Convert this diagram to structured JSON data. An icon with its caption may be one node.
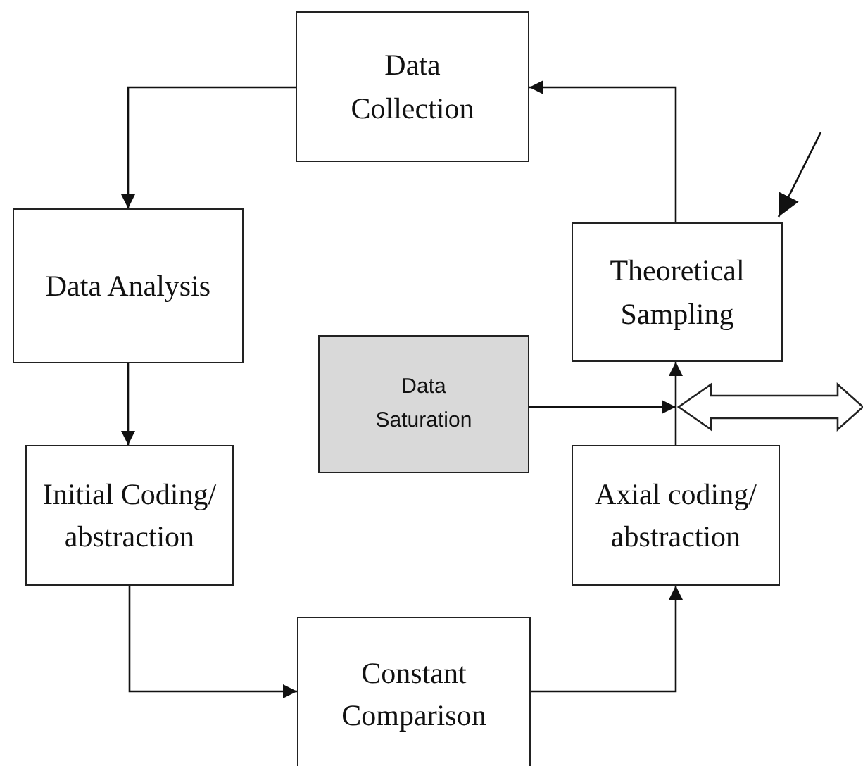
{
  "diagram": {
    "nodes": [
      {
        "text": [
          "Data Collection"
        ]
      },
      {
        "text": [
          "Data Analysis"
        ]
      },
      {
        "text": [
          "Initial Coding/ abstraction"
        ]
      },
      {
        "text": [
          "Constant Comparison"
        ]
      },
      {
        "text": [
          "Axial coding/ abstraction"
        ]
      },
      {
        "text": [
          "Theoretical Sampling"
        ]
      },
      {
        "text": [
          "Data Saturation"
        ]
      }
    ],
    "edges": [
      {
        "from": 0,
        "to": 1,
        "arrow": "to"
      },
      {
        "from": 1,
        "to": 2,
        "arrow": "to"
      },
      {
        "from": 2,
        "to": 3,
        "arrow": "to"
      },
      {
        "from": 3,
        "to": 4,
        "arrow": "to"
      },
      {
        "from": 4,
        "to": 5,
        "arrow": "to"
      },
      {
        "from": 5,
        "to": 0,
        "arrow": "to"
      },
      {
        "from": 6,
        "to": null,
        "arrow": "to"
      },
      {
        "from": null,
        "to": 5,
        "arrow": "to"
      }
    ]
  }
}
